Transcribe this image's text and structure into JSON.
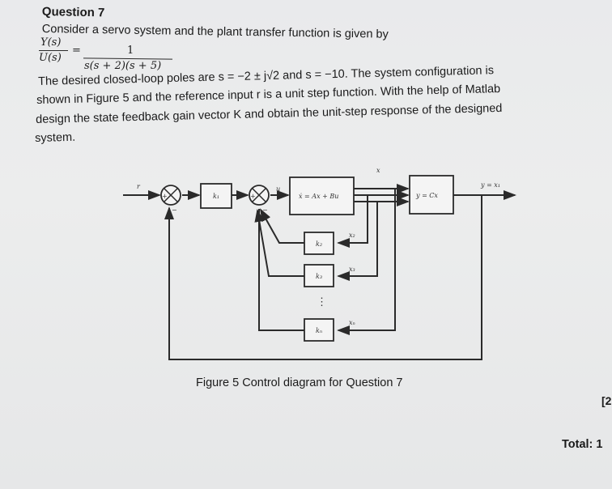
{
  "question": {
    "heading": "Question 7",
    "intro": "Consider a servo system and the plant transfer function is given by",
    "tf_lhs_num": "Y(s)",
    "tf_lhs_den": "U(s)",
    "tf_equals": "=",
    "tf_rhs_num": "1",
    "tf_rhs_den": "s(s + 2)(s + 5)",
    "line1": "The desired closed-loop poles are s = −2 ± j√2 and s = −10. The system configuration is",
    "line2": "shown in Figure 5 and the reference input r is a unit step function. With the help of Matlab",
    "line3": "design the state feedback gain vector K and obtain the unit-step response of the designed",
    "line4": "system."
  },
  "diagram": {
    "label_r": "r",
    "label_u": "u",
    "label_x": "x",
    "label_y_out": "y = x₁",
    "block_k1": "k₁",
    "block_plant": "ẋ = Ax + Bu",
    "block_output": "y = Cx",
    "block_k2": "k₂",
    "block_k3": "k₃",
    "block_kn": "kₙ",
    "label_x2": "x₂",
    "label_x3": "x₃",
    "label_xn": "xₙ",
    "vdots": "⋮",
    "plus1": "+",
    "minus1": "−",
    "plus2": "+",
    "minus2": "−"
  },
  "caption": "Figure 5 Control diagram for Question 7",
  "marks": "[2",
  "total": "Total: 1"
}
